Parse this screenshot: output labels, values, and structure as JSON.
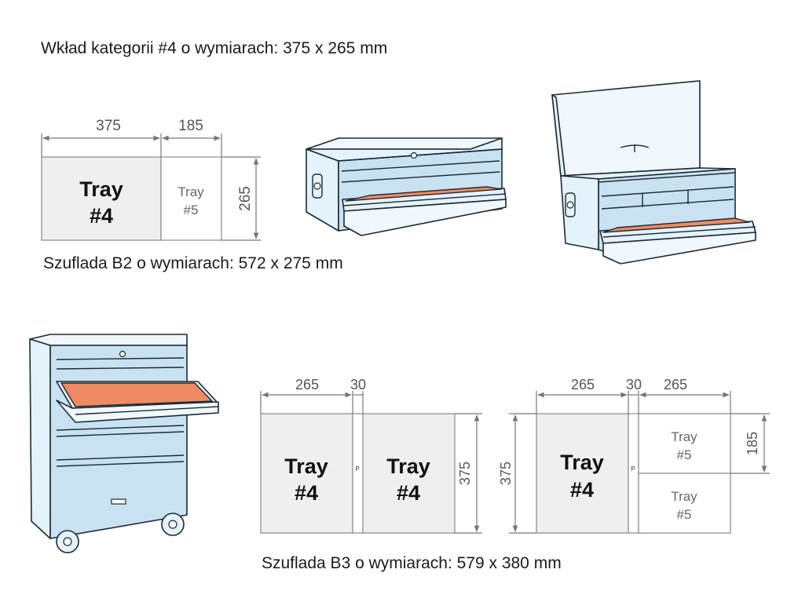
{
  "captions": {
    "insert_category": "Wkład kategorii #4 o wymiarach: 375 x 265 mm",
    "drawer_b2": "Szuflada B2 o wymiarach: 572 x 275 mm",
    "drawer_b3": "Szuflada B3 o wymiarach: 579 x 380 mm"
  },
  "b2_layout": {
    "dim_width_tray4": "375",
    "dim_width_tray5": "185",
    "dim_height": "265",
    "tray4_line1": "Tray",
    "tray4_line2": "#4",
    "tray5_line1": "Tray",
    "tray5_line2": "#5"
  },
  "b3_layout_a": {
    "dim_left": "265",
    "dim_gap": "30",
    "dim_height": "375",
    "tray_left_line1": "Tray",
    "tray_left_line2": "#4",
    "tray_right_line1": "Tray",
    "tray_right_line2": "#4",
    "gap_mark": "P"
  },
  "b3_layout_b": {
    "dim_left": "265",
    "dim_gap": "30",
    "dim_right": "265",
    "dim_height_left": "375",
    "dim_height_right": "185",
    "tray4_line1": "Tray",
    "tray4_line2": "#4",
    "tray5_top_line1": "Tray",
    "tray5_top_line2": "#5",
    "tray5_bottom_line1": "Tray",
    "tray5_bottom_line2": "#5",
    "gap_mark": "P"
  },
  "colors": {
    "liner": "#f08a62",
    "metal": "#e3f2fb",
    "tray4_fill": "#efefef"
  }
}
